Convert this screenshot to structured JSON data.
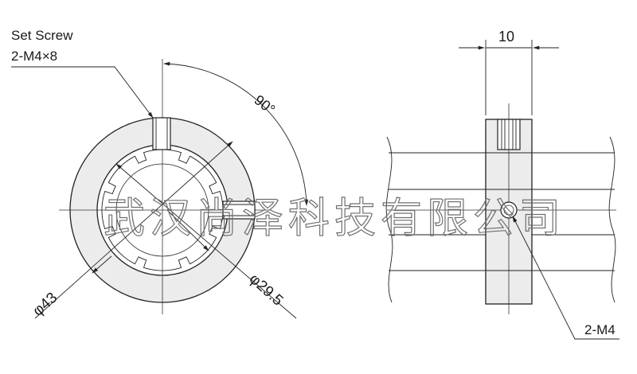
{
  "front_view": {
    "set_screw_label_line1": "Set Screw",
    "set_screw_label_line2": "2-M4×8",
    "angle_label": "90°",
    "outer_diameter_label": "φ43",
    "inner_diameter_label": "φ29.5"
  },
  "side_view": {
    "width_label": "10",
    "tap_label": "2-M4"
  },
  "watermark": "武汉尚泽科技有限公司",
  "colors": {
    "line": "#222222",
    "ring_fill": "#ececec",
    "background": "#ffffff",
    "watermark": "#6f6f6f"
  }
}
